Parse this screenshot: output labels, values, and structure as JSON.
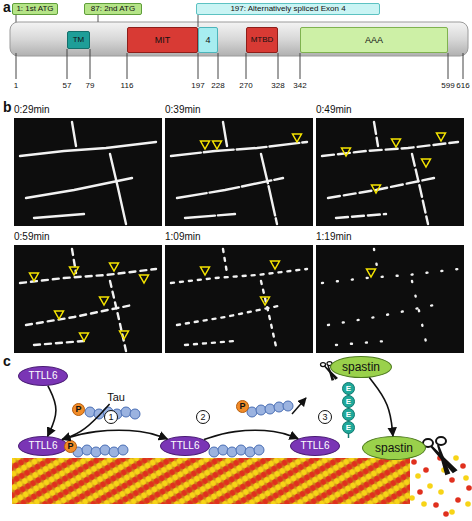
{
  "diagram": {
    "nodes": [
      {
        "text": [
          "1: 1st ATG"
        ]
      },
      {
        "text": [
          "87: 2nd ATG"
        ]
      },
      {
        "text": [
          "197: Alternatively spliced Exon 4"
        ]
      },
      {
        "text": [
          "TM"
        ]
      },
      {
        "text": [
          "MIT"
        ]
      },
      {
        "text": [
          "4"
        ]
      },
      {
        "text": [
          "MTBD"
        ]
      },
      {
        "text": [
          "AAA"
        ]
      },
      {
        "text": [
          "0:29min"
        ]
      },
      {
        "text": [
          "0:39min"
        ]
      },
      {
        "text": [
          "0:49min"
        ]
      },
      {
        "text": [
          "0:59min"
        ]
      },
      {
        "text": [
          "1:09min"
        ]
      },
      {
        "text": [
          "1:19min"
        ]
      },
      {
        "text": [
          "TTLL6"
        ]
      },
      {
        "text": [
          "Tau"
        ]
      },
      {
        "text": [
          "P"
        ]
      },
      {
        "text": [
          "TTLL6"
        ]
      },
      {
        "text": [
          "P"
        ]
      },
      {
        "text": [
          "1"
        ]
      },
      {
        "text": [
          "TTLL6"
        ]
      },
      {
        "text": [
          "P"
        ]
      },
      {
        "text": [
          "2"
        ]
      },
      {
        "text": [
          "TTLL6"
        ]
      },
      {
        "text": [
          "3"
        ]
      },
      {
        "text": [
          "E"
        ]
      },
      {
        "text": [
          "E"
        ]
      },
      {
        "text": [
          "E"
        ]
      },
      {
        "text": [
          "E"
        ]
      },
      {
        "text": [
          "spastin"
        ]
      },
      {
        "text": [
          "spastin"
        ]
      }
    ],
    "edges": [
      {
        "from": 14,
        "to": 17,
        "arrow": "to"
      },
      {
        "from": 15,
        "to": 17,
        "arrow": "to"
      },
      {
        "from": 17,
        "to": 20,
        "arrow": "to"
      },
      {
        "from": 20,
        "to": 23,
        "arrow": "to"
      },
      {
        "from": 29,
        "to": 30,
        "arrow": "to"
      }
    ],
    "labels": [
      "a",
      "b",
      "c",
      "1",
      "57",
      "79",
      "116",
      "197",
      "228",
      "270",
      "328",
      "342",
      "599",
      "616"
    ]
  }
}
